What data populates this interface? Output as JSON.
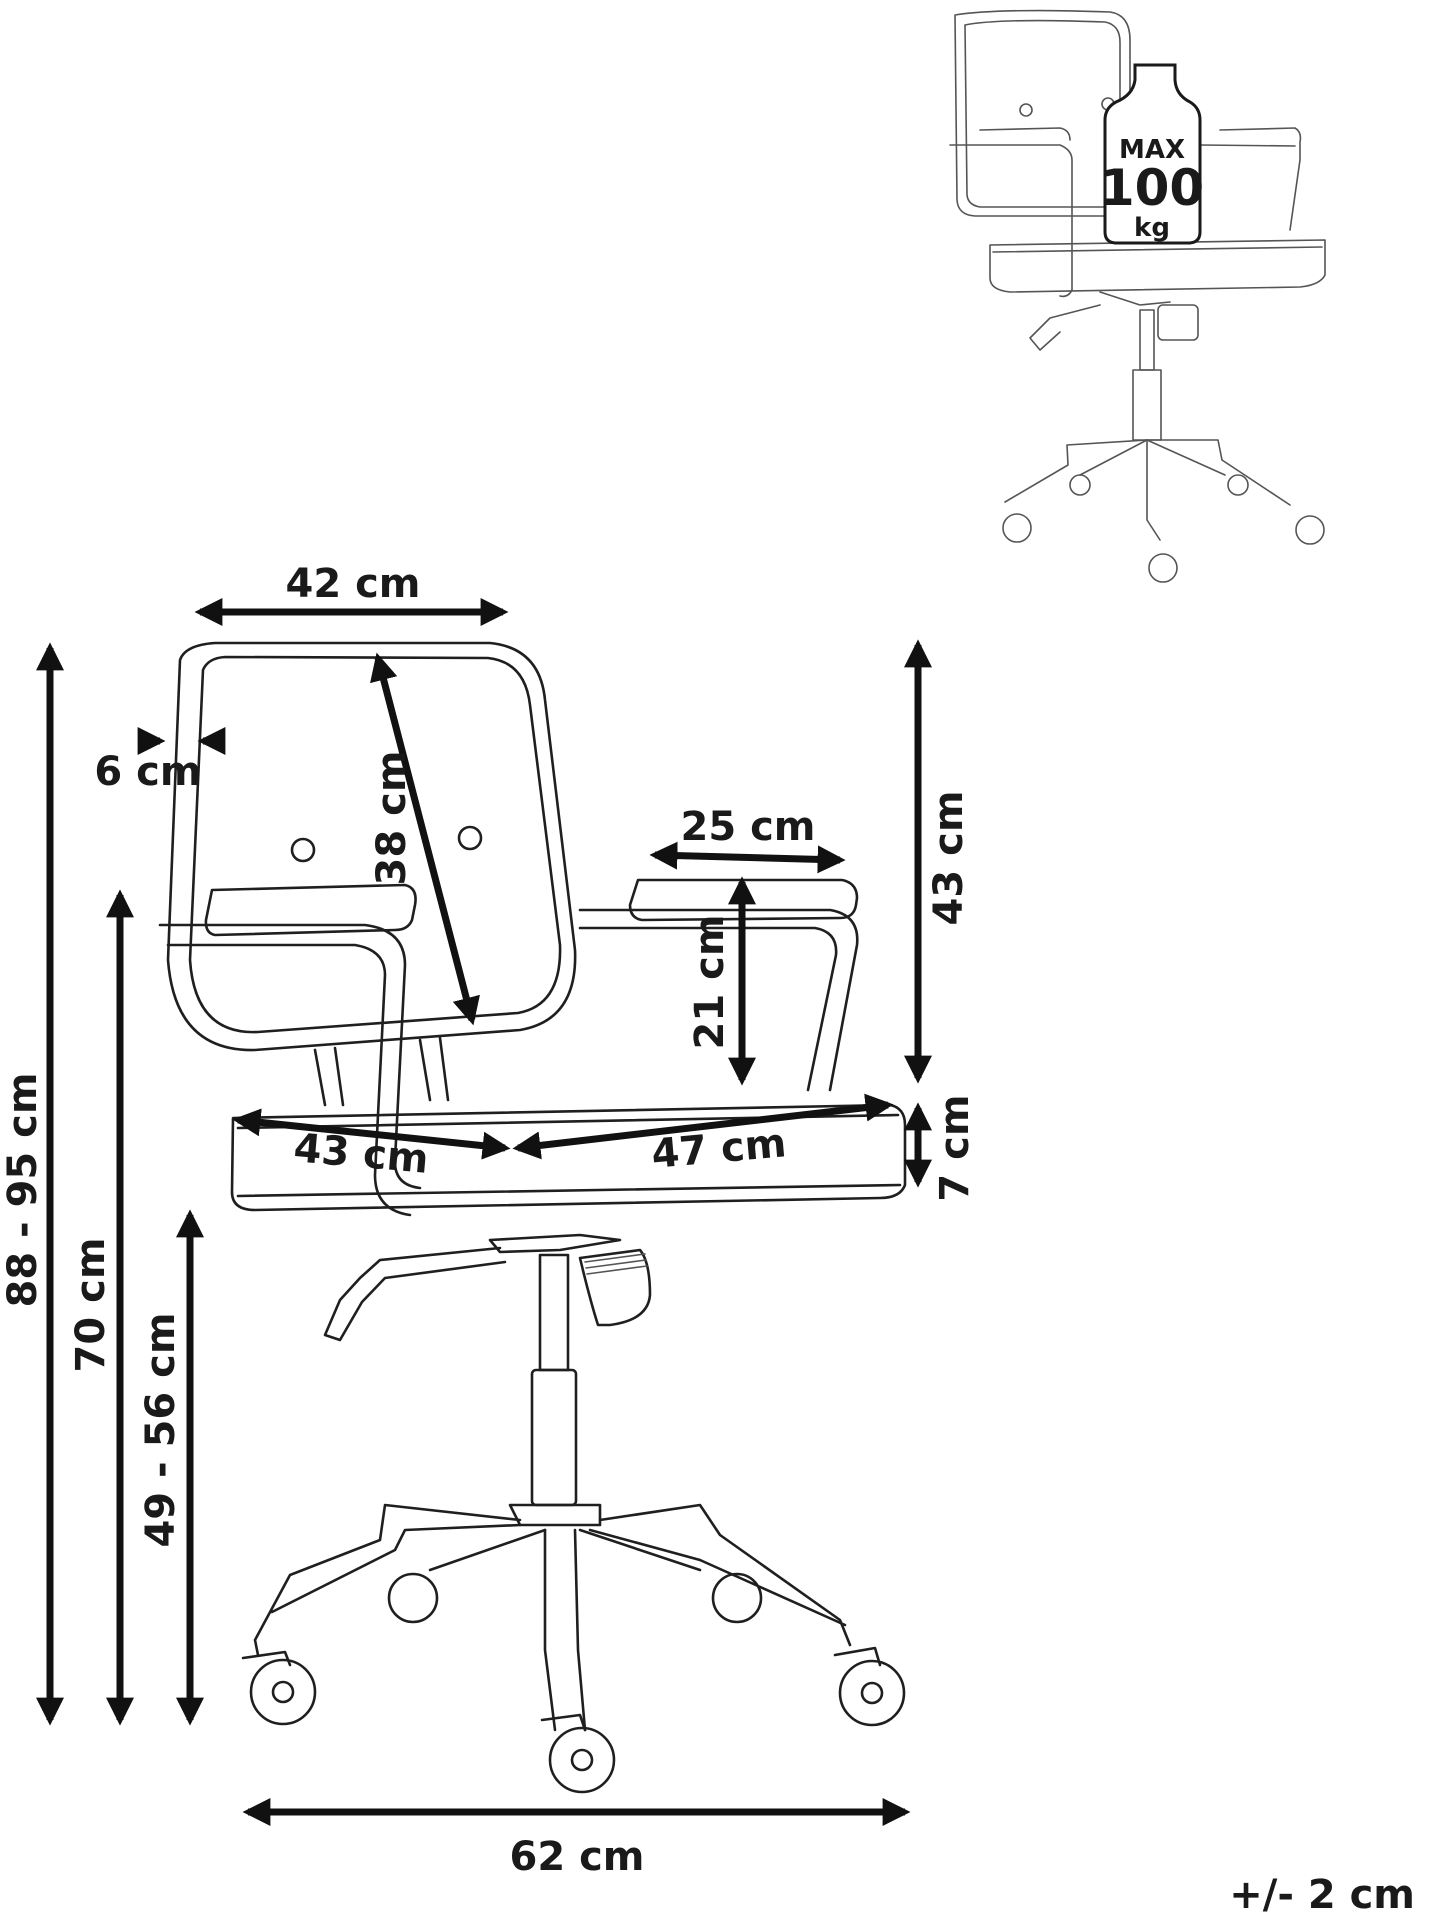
{
  "dimensions": {
    "backrest_width": "42 cm",
    "backrest_thickness": "6 cm",
    "backrest_height": "38 cm",
    "armrest_length": "25 cm",
    "armrest_height": "21 cm",
    "back_to_seat_height": "43 cm",
    "seat_thickness": "7 cm",
    "seat_depth": "43 cm",
    "seat_width": "47 cm",
    "total_height": "88 - 95 cm",
    "armrest_floor_height": "70 cm",
    "seat_height": "49 - 56 cm",
    "base_width": "62 cm"
  },
  "tolerance": "+/- 2 cm",
  "weight_badge": {
    "line1": "MAX",
    "line2": "100",
    "line3": "kg"
  }
}
